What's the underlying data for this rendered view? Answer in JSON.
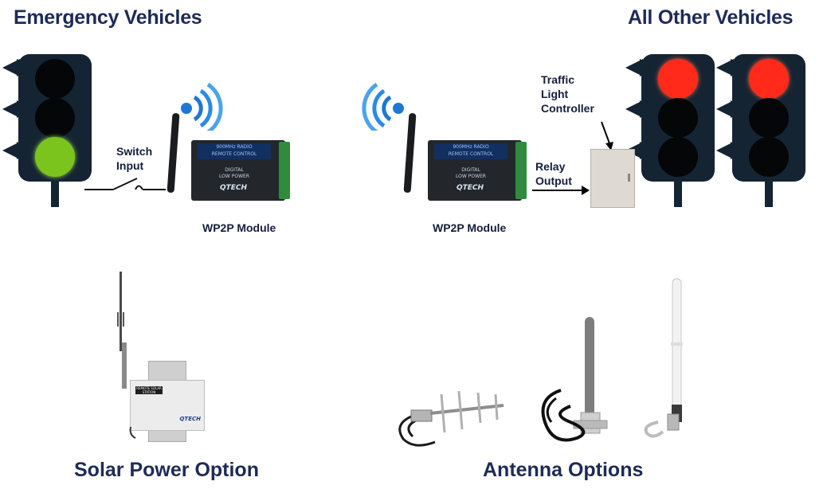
{
  "headings": {
    "emergency": "Emergency Vehicles",
    "other": "All Other Vehicles",
    "solar": "Solar Power Option",
    "antenna": "Antenna Options"
  },
  "labels": {
    "switch_input_1": "Switch",
    "switch_input_2": "Input",
    "relay_output_1": "Relay",
    "relay_output_2": "Output",
    "controller_1": "Traffic",
    "controller_2": "Light",
    "controller_3": "Controller",
    "wp2p_left": "WP2P Module",
    "wp2p_right": "WP2P Module"
  },
  "module": {
    "top_line1": "900MHz RADIO",
    "top_line2": "REMOTE CONTROL",
    "mid_line1": "DIGITAL",
    "mid_line2": "LOW POWER",
    "brand": "QTECH"
  },
  "solar_box": {
    "label1": "REMOTE SOLAR",
    "label2": "STATION",
    "brand": "QTECH"
  },
  "lights": {
    "emergency_active": "green",
    "other_active": "red"
  },
  "colors": {
    "heading": "#1e2b57",
    "green_lamp": "#7ac41d",
    "red_lamp": "#ff2a1a",
    "housing": "#152433",
    "wifi": "#1f77d4"
  }
}
